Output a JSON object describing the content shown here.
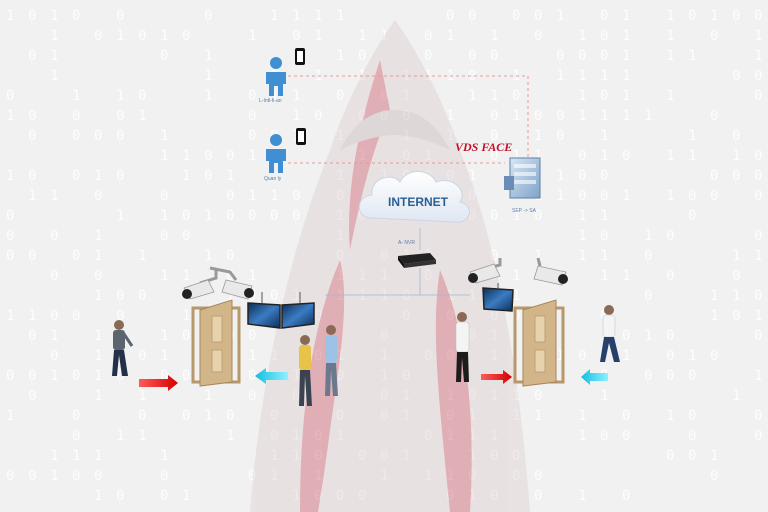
{
  "diagram": {
    "title": "VDS FACE",
    "cloud_label": "INTERNET",
    "user_label_1": "L-Intl-fi-an",
    "user_label_2": "Quan ly",
    "server_label": "SEP -> SA",
    "nvr_label": "A- NVR"
  },
  "colors": {
    "title": "#c0102a",
    "user_icon": "#3f8fd2",
    "cloud_text": "#2b5f94",
    "dashed_link": "#e39a9a",
    "arrow_in": "#e31414",
    "arrow_out": "#2fc9e6",
    "door": "#c9ad7e"
  },
  "icons": [
    "user-icon",
    "phone-icon",
    "cloud-icon",
    "server-icon",
    "nvr-icon",
    "camera-icon",
    "monitor-icon",
    "door-icon",
    "person-figure",
    "arrow-icon"
  ]
}
